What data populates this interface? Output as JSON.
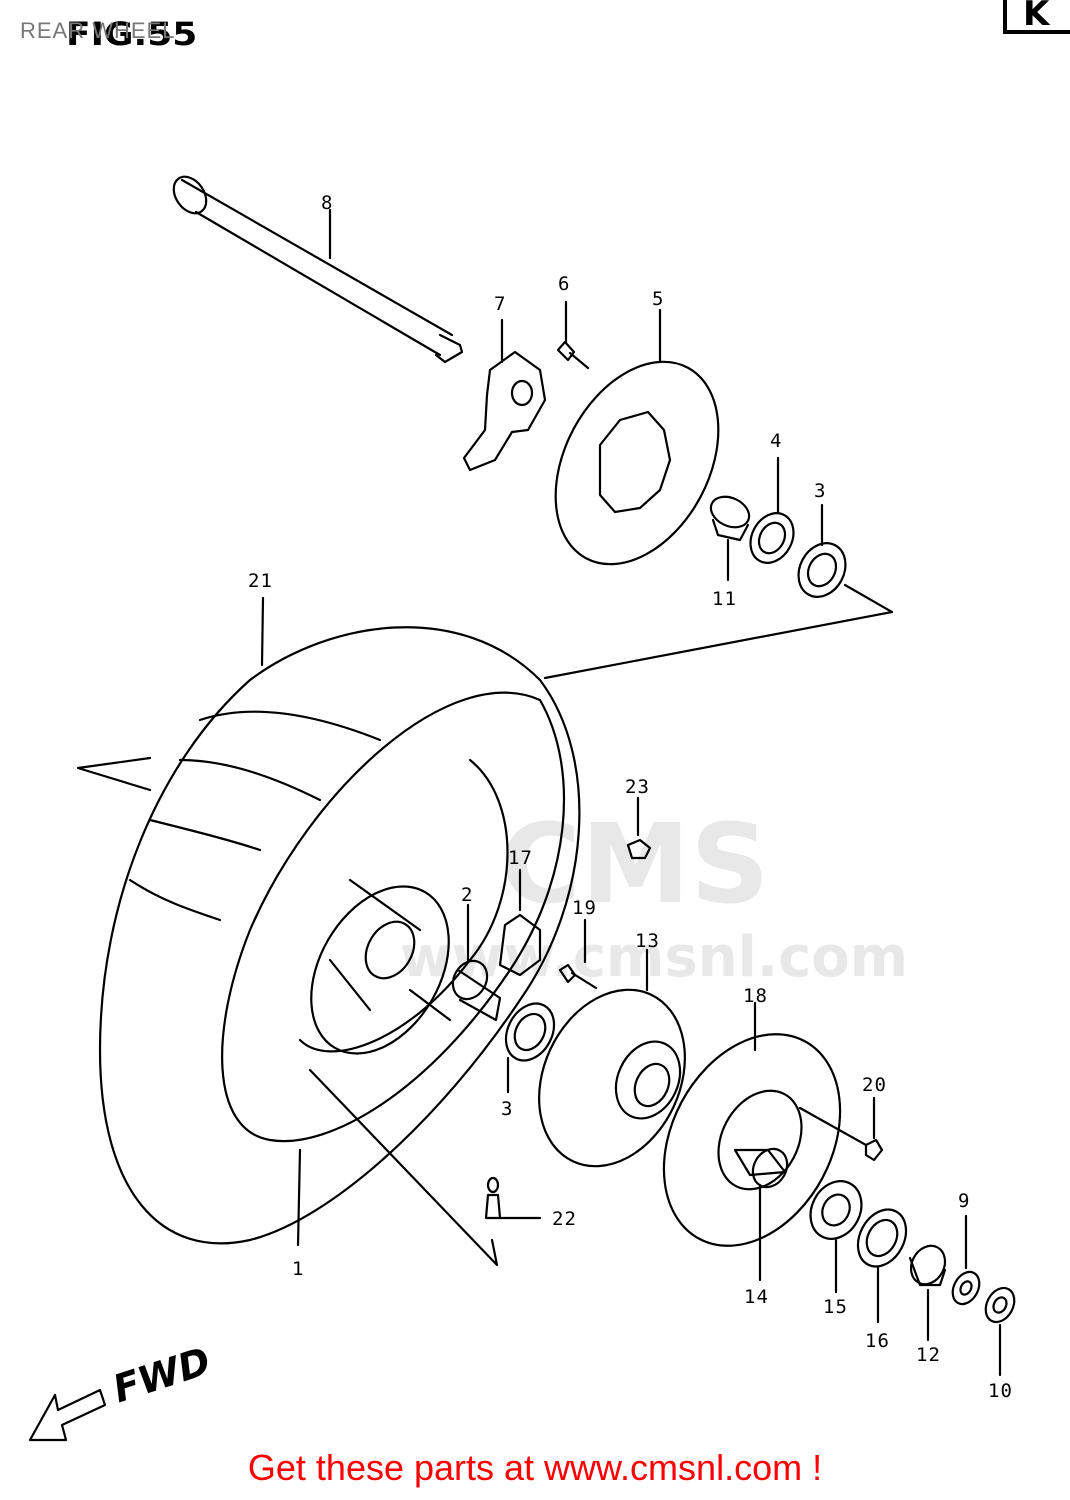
{
  "page": {
    "title": "REAR WHEEL",
    "figure": "FIG.55",
    "category": "K",
    "direction": "FWD",
    "footer": "Get these parts at www.cmsnl.com !",
    "watermark": "CMS",
    "watermark_sub": "www.cmsnl.com"
  },
  "colors": {
    "line": "#000000",
    "footer": "#ff0000",
    "title": "#777777",
    "watermark": "#e8e8e8"
  },
  "callouts": [
    {
      "id": "c8",
      "label": "8"
    },
    {
      "id": "c7",
      "label": "7"
    },
    {
      "id": "c6",
      "label": "6"
    },
    {
      "id": "c5",
      "label": "5"
    },
    {
      "id": "c4",
      "label": "4"
    },
    {
      "id": "c3a",
      "label": "3"
    },
    {
      "id": "c11",
      "label": "11"
    },
    {
      "id": "c21",
      "label": "21"
    },
    {
      "id": "c23",
      "label": "23"
    },
    {
      "id": "c17",
      "label": "17"
    },
    {
      "id": "c2",
      "label": "2"
    },
    {
      "id": "c19",
      "label": "19"
    },
    {
      "id": "c13",
      "label": "13"
    },
    {
      "id": "c18",
      "label": "18"
    },
    {
      "id": "c20",
      "label": "20"
    },
    {
      "id": "c3b",
      "label": "3"
    },
    {
      "id": "c22",
      "label": "22"
    },
    {
      "id": "c1",
      "label": "1"
    },
    {
      "id": "c14",
      "label": "14"
    },
    {
      "id": "c15",
      "label": "15"
    },
    {
      "id": "c16",
      "label": "16"
    },
    {
      "id": "c9",
      "label": "9"
    },
    {
      "id": "c12",
      "label": "12"
    },
    {
      "id": "c10",
      "label": "10"
    }
  ]
}
